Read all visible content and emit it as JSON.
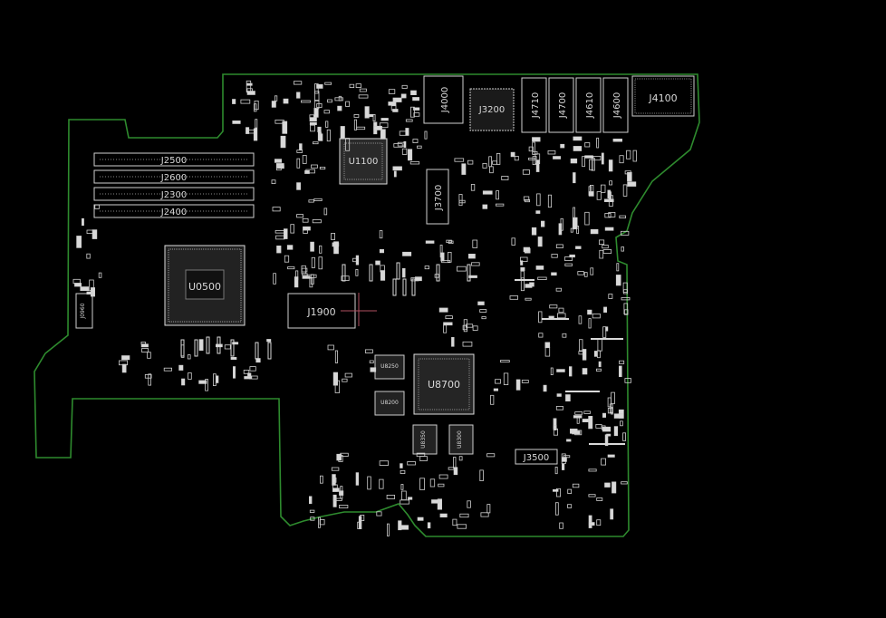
{
  "colors": {
    "background": "#000000",
    "outline": "#2e8b2e",
    "components": "#d9d9d9",
    "highlight_trace": "#b05060"
  },
  "labels": {
    "j2500": "J2500",
    "j2600": "J2600",
    "j2300": "J2300",
    "j2400": "J2400",
    "u1100": "U1100",
    "u0500": "U0500",
    "u1900": "J1900",
    "j3700": "J3700",
    "u8700": "U8700",
    "j3500": "J3500",
    "j4000": "J4000",
    "j3200": "J3200",
    "j4710": "J4710",
    "j4700": "J4700",
    "j4610": "J4610",
    "j4600": "J4600",
    "j4100": "J4100",
    "j0960": "J0960",
    "u8250": "U8250",
    "u8200": "U8200",
    "u8350": "U8350",
    "u8300": "U8300"
  }
}
